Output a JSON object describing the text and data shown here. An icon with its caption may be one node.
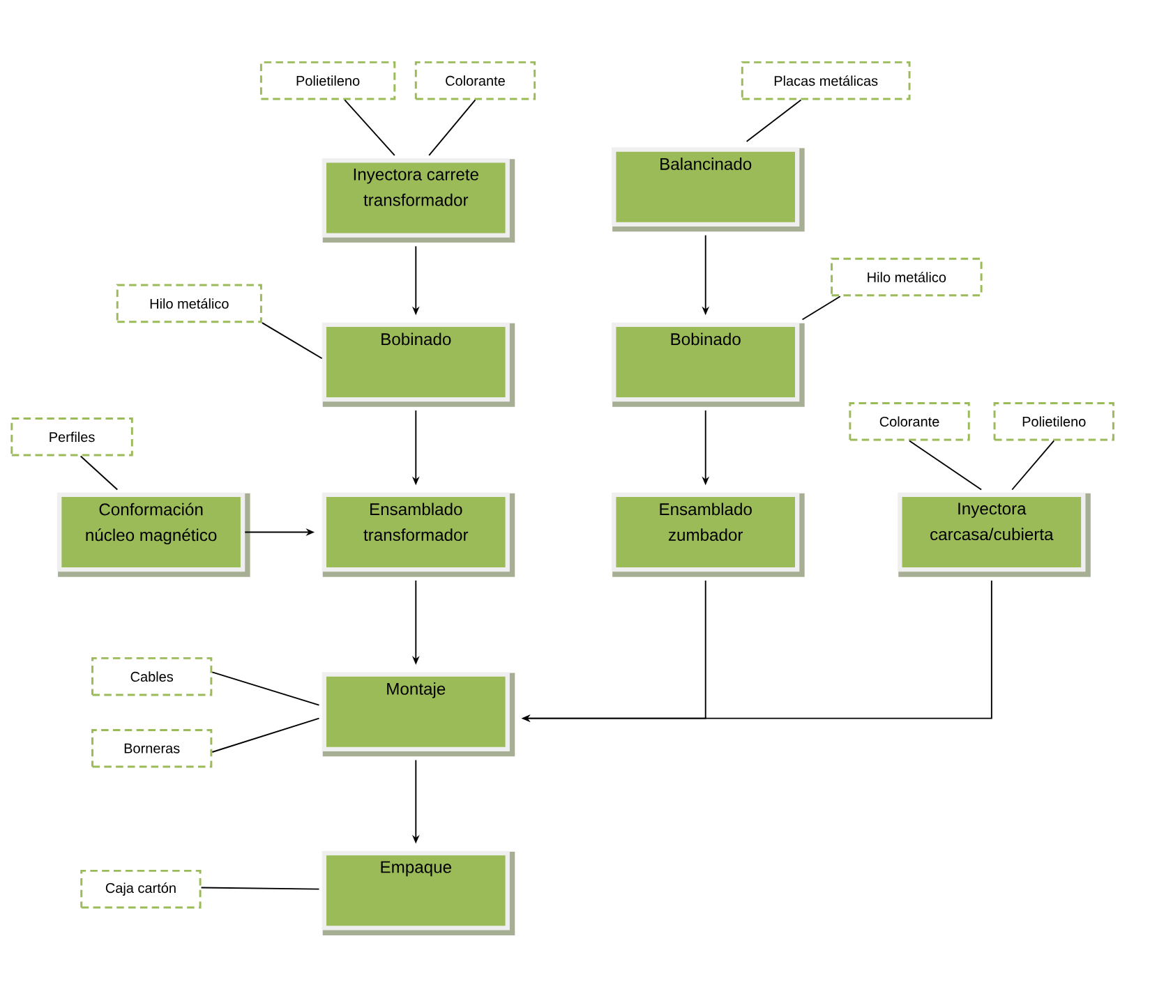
{
  "diagram": {
    "nodes": [
      {
        "text": [
          "Polietileno"
        ]
      },
      {
        "text": [
          "Colorante"
        ]
      },
      {
        "text": [
          "Inyectora carrete transformador"
        ]
      },
      {
        "text": [
          "Placas metálicas"
        ]
      },
      {
        "text": [
          "Balancinado"
        ]
      },
      {
        "text": [
          "Hilo metálico"
        ]
      },
      {
        "text": [
          "Bobinado"
        ]
      },
      {
        "text": [
          "Hilo metálico"
        ]
      },
      {
        "text": [
          "Bobinado"
        ]
      },
      {
        "text": [
          "Perfiles"
        ]
      },
      {
        "text": [
          "Colorante"
        ]
      },
      {
        "text": [
          "Polietileno"
        ]
      },
      {
        "text": [
          "Conformación núcleo magnético"
        ]
      },
      {
        "text": [
          "Ensamblado transformador"
        ]
      },
      {
        "text": [
          "Ensamblado zumbador"
        ]
      },
      {
        "text": [
          "Inyectora carcasa/cubierta"
        ]
      },
      {
        "text": [
          "Cables"
        ]
      },
      {
        "text": [
          "Borneras"
        ]
      },
      {
        "text": [
          "Montaje"
        ]
      },
      {
        "text": [
          "Caja cartón"
        ]
      },
      {
        "text": [
          "Empaque"
        ]
      }
    ],
    "edges": [
      {
        "from": 0,
        "to": 2,
        "arrow": "none"
      },
      {
        "from": 1,
        "to": 2,
        "arrow": "none"
      },
      {
        "from": 3,
        "to": 4,
        "arrow": "none"
      },
      {
        "from": 2,
        "to": 6,
        "arrow": "to"
      },
      {
        "from": 4,
        "to": 8,
        "arrow": "to"
      },
      {
        "from": 5,
        "to": 6,
        "arrow": "none"
      },
      {
        "from": 7,
        "to": 8,
        "arrow": "none"
      },
      {
        "from": 6,
        "to": 13,
        "arrow": "to"
      },
      {
        "from": 8,
        "to": 14,
        "arrow": "to"
      },
      {
        "from": 9,
        "to": 12,
        "arrow": "none"
      },
      {
        "from": 10,
        "to": 15,
        "arrow": "none"
      },
      {
        "from": 11,
        "to": 15,
        "arrow": "none"
      },
      {
        "from": 12,
        "to": 13,
        "arrow": "to"
      },
      {
        "from": 13,
        "to": 18,
        "arrow": "to"
      },
      {
        "from": 14,
        "to": 18,
        "arrow": "to"
      },
      {
        "from": 15,
        "to": 18,
        "arrow": "to"
      },
      {
        "from": 16,
        "to": 18,
        "arrow": "none"
      },
      {
        "from": 17,
        "to": 18,
        "arrow": "none"
      },
      {
        "from": 18,
        "to": 20,
        "arrow": "to"
      },
      {
        "from": 19,
        "to": 20,
        "arrow": "none"
      }
    ]
  }
}
